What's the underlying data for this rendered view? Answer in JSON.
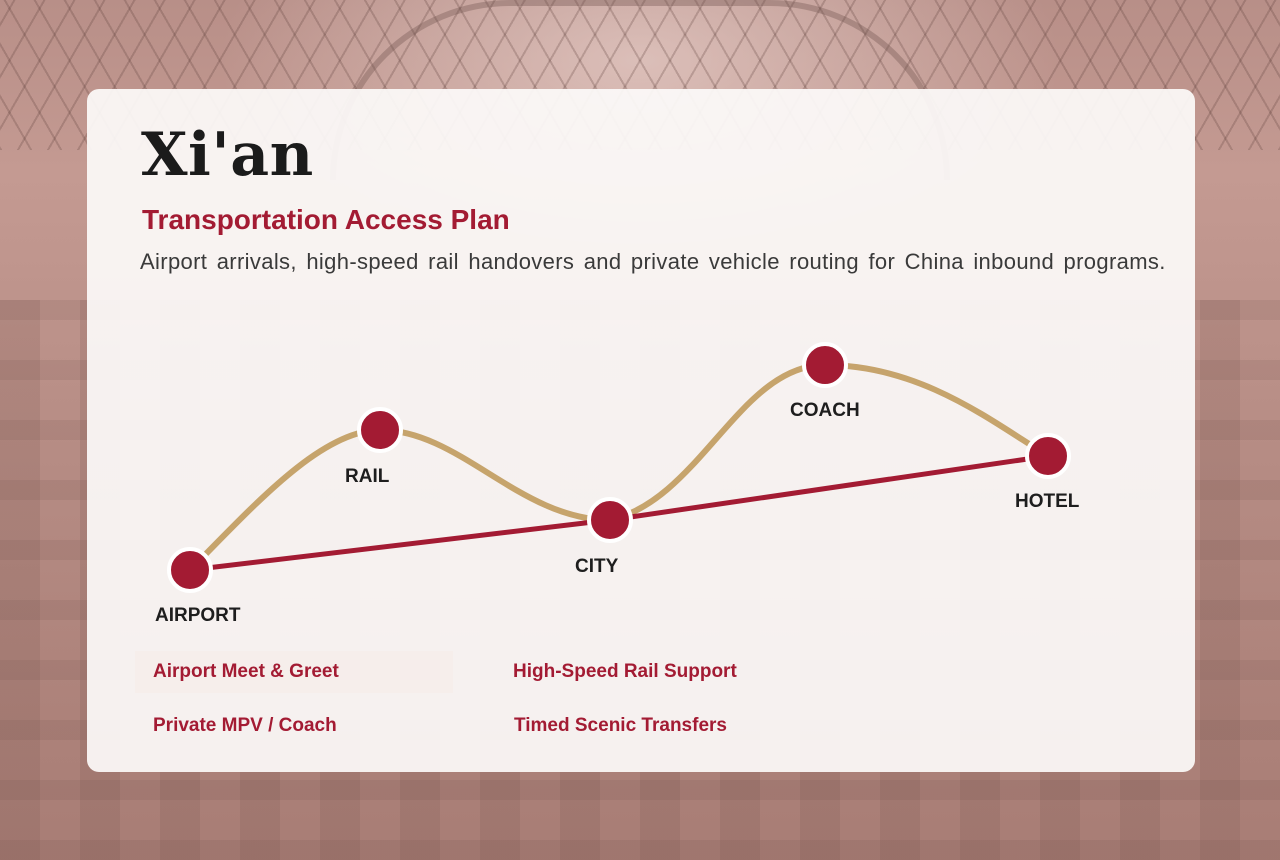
{
  "header": {
    "city": "Xi'an",
    "subtitle": "Transportation Access Plan",
    "description": "Airport arrivals, high-speed rail handovers and private vehicle routing for China inbound programs."
  },
  "route": {
    "nodes": [
      {
        "label": "AIRPORT"
      },
      {
        "label": "RAIL"
      },
      {
        "label": "CITY"
      },
      {
        "label": "COACH"
      },
      {
        "label": "HOTEL"
      }
    ],
    "colors": {
      "node": "#a31b33",
      "direct_line": "#a31b33",
      "curve_line": "#c6a46c"
    }
  },
  "services": [
    {
      "label": "Airport Meet & Greet"
    },
    {
      "label": "High-Speed Rail Support"
    },
    {
      "label": "Private MPV / Coach"
    },
    {
      "label": "Timed Scenic Transfers"
    }
  ]
}
